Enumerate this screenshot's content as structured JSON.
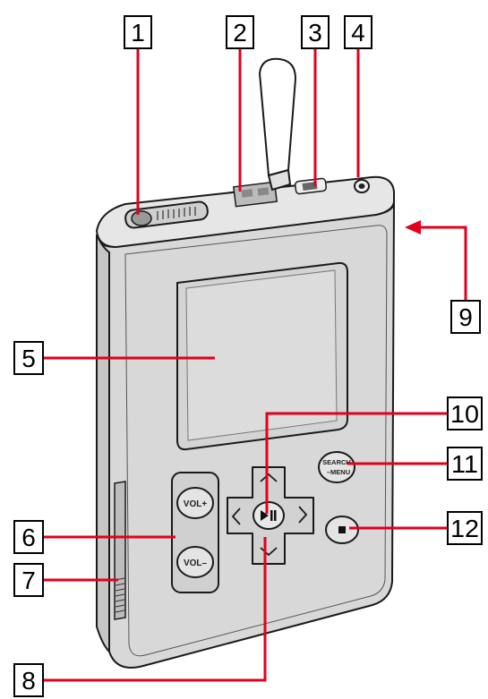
{
  "colors": {
    "leader": "#e3001b",
    "body": "#d8d8d8",
    "body_shade": "#c6c6c6",
    "outline": "#1a1a1a",
    "screen": "#dcdcdc"
  },
  "buttons": {
    "vol_plus": "VOL+",
    "vol_minus": "VOL–",
    "search_line1": "SEARCH",
    "search_line2": "–MENU"
  },
  "callouts": [
    {
      "id": "hold-switch",
      "number": "1"
    },
    {
      "id": "usb-connector",
      "number": "2"
    },
    {
      "id": "battery-indicator",
      "number": "3"
    },
    {
      "id": "headphone-jack",
      "number": "4"
    },
    {
      "id": "display",
      "number": "5"
    },
    {
      "id": "volume-buttons",
      "number": "6"
    },
    {
      "id": "strap-hole",
      "number": "7"
    },
    {
      "id": "down-button",
      "number": "8"
    },
    {
      "id": "reset-button",
      "number": "9"
    },
    {
      "id": "play-pause-button",
      "number": "10"
    },
    {
      "id": "search-menu-button",
      "number": "11"
    },
    {
      "id": "stop-button",
      "number": "12"
    }
  ],
  "icons": [
    "play-pause-icon",
    "stop-icon",
    "up-chevron-icon",
    "down-chevron-icon",
    "left-chevron-icon",
    "right-chevron-icon",
    "reset-arrow-icon"
  ]
}
